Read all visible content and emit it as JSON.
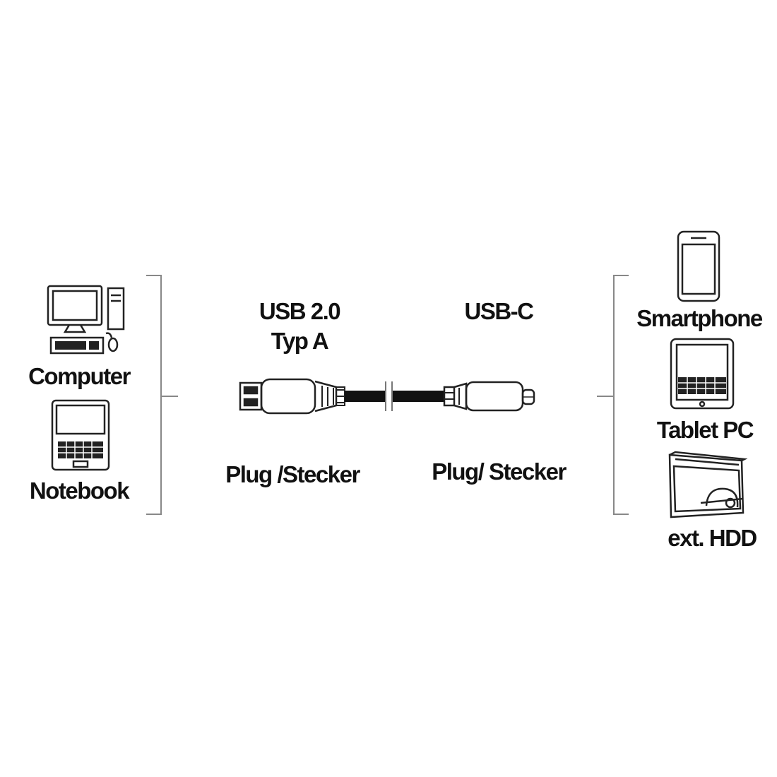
{
  "left_devices": [
    {
      "label": "Computer",
      "icon": "desktop-computer-icon"
    },
    {
      "label": "Notebook",
      "icon": "notebook-icon"
    }
  ],
  "right_devices": [
    {
      "label": "Smartphone",
      "icon": "smartphone-icon"
    },
    {
      "label": "Tablet PC",
      "icon": "tablet-icon"
    },
    {
      "label": "ext. HDD",
      "icon": "external-hdd-icon"
    }
  ],
  "connector_a": {
    "title_line1": "USB 2.0",
    "title_line2": "Typ A",
    "type_label": "Plug /Stecker",
    "icon": "usb-a-plug-icon"
  },
  "connector_c": {
    "title": "USB-C",
    "type_label": "Plug/ Stecker",
    "icon": "usb-c-plug-icon"
  },
  "colors": {
    "line": "#111111",
    "bracket": "#777777",
    "background": "#ffffff"
  }
}
